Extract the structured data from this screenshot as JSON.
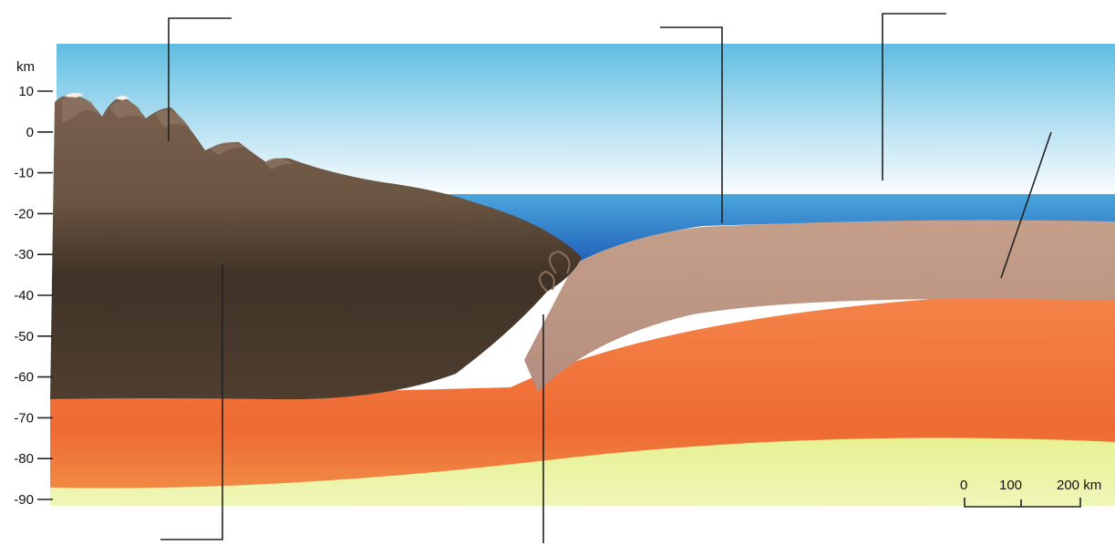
{
  "axis": {
    "unit": "km",
    "ticks": [
      "10",
      "0",
      "-10",
      "-20",
      "-30",
      "-40",
      "-50",
      "-60",
      "-70",
      "-80",
      "-90"
    ]
  },
  "scale_bar": {
    "labels": [
      "0",
      "100",
      "200 km"
    ]
  },
  "colors": {
    "sky": "#6fc3e4",
    "ocean": "#2d7fc9",
    "continental_crust": "#5a4634",
    "oceanic_crust": "#b89684",
    "asthenosphere": "#f0703a",
    "deep_mantle": "#e7f19a"
  }
}
